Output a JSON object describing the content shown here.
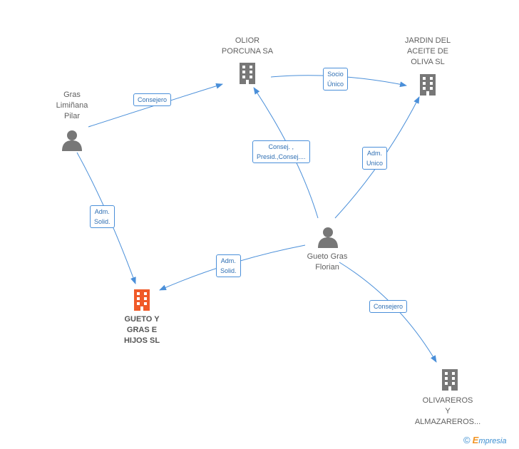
{
  "nodes": {
    "olior": {
      "lines": [
        "OLIOR",
        "PORCUNA SA"
      ],
      "kind": "company"
    },
    "jardin": {
      "lines": [
        "JARDIN DEL",
        "ACEITE DE",
        "OLIVA SL"
      ],
      "kind": "company"
    },
    "gras": {
      "lines": [
        "Gras",
        "Limiñana",
        "Pilar"
      ],
      "kind": "person"
    },
    "gueto_florian": {
      "lines": [
        "Gueto Gras",
        "Florian"
      ],
      "kind": "person"
    },
    "gueto_hijos": {
      "lines": [
        "GUETO Y",
        "GRAS E",
        "HIJOS SL"
      ],
      "kind": "company-main"
    },
    "olivareros": {
      "lines": [
        "OLIVAREROS",
        "Y",
        "ALMAZAREROS..."
      ],
      "kind": "company"
    }
  },
  "edges": {
    "gras_olior": {
      "lines": [
        "Consejero"
      ]
    },
    "olior_jardin": {
      "lines": [
        "Socio",
        "Único"
      ]
    },
    "florian_olior": {
      "lines": [
        "Consej. ,",
        "Presid.,Consej...."
      ]
    },
    "florian_jardin": {
      "lines": [
        "Adm.",
        "Unico"
      ]
    },
    "gras_hijos": {
      "lines": [
        "Adm.",
        "Solid."
      ]
    },
    "florian_hijos": {
      "lines": [
        "Adm.",
        "Solid."
      ]
    },
    "florian_olivareros": {
      "lines": [
        "Consejero"
      ]
    }
  },
  "colors": {
    "company": "#777777",
    "company_main": "#f05a28",
    "person": "#777777",
    "edge": "#4a8fd9"
  },
  "footer": {
    "copyright": "©",
    "brand_initial": "E",
    "brand_rest": "mpresia"
  }
}
